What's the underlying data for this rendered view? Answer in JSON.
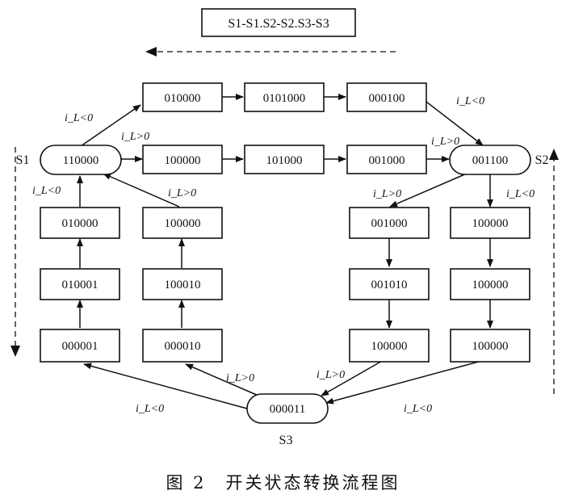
{
  "legend": {
    "sequence": "S1-S1.S2-S2.S3-S3"
  },
  "states": {
    "s1": {
      "label": "110000",
      "name": "S1"
    },
    "s2": {
      "label": "001100",
      "name": "S2"
    },
    "s3": {
      "label": "000011",
      "name": "S3"
    },
    "top_row": [
      "010000",
      "0101000",
      "000100"
    ],
    "mid_row": [
      "100000",
      "101000",
      "001000"
    ],
    "left_col_a": [
      "010000",
      "010001",
      "000001"
    ],
    "left_col_b": [
      "100000",
      "100010",
      "000010"
    ],
    "right_col_a": [
      "001000",
      "001010",
      "100000"
    ],
    "right_col_b": [
      "100000",
      "100000",
      "100000"
    ]
  },
  "conditions": {
    "s1_to_top": "i_L<0",
    "s1_to_mid": "i_L>0",
    "top_to_s2": "i_L<0",
    "mid_to_s2": "i_L>0",
    "s2_to_col_a": "i_L>0",
    "s2_to_col_b": "i_L<0",
    "col_a_to_s3": "i_L>0",
    "col_b_to_s3": "i_L<0",
    "s3_to_left_a": "i_L<0",
    "s3_to_left_b": "i_L>0",
    "left_a_to_s1": "i_L<0",
    "left_b_to_s1": "i_L>0"
  },
  "caption": "图 2　开关状态转换流程图"
}
